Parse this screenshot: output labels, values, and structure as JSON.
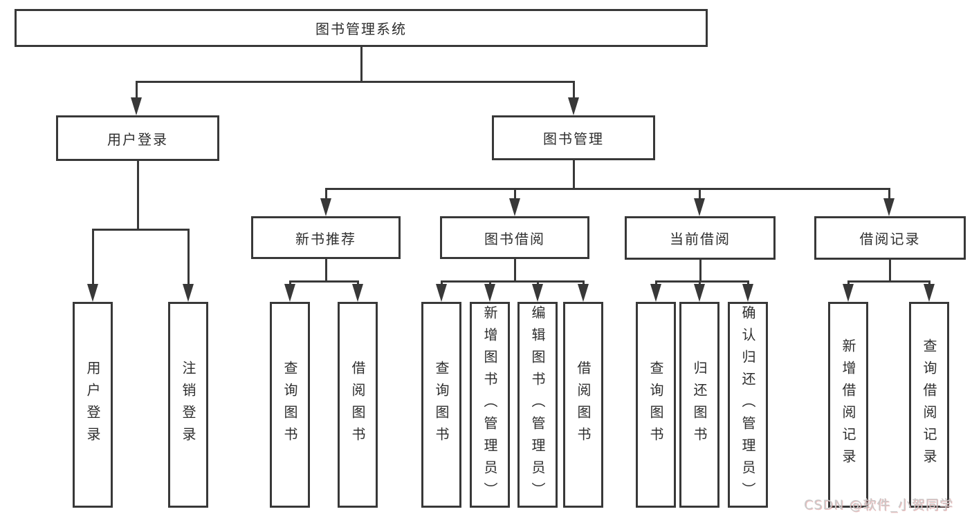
{
  "diagram": {
    "root_label": "图书管理系统",
    "level2": {
      "user_login": "用户登录",
      "book_mgmt": "图书管理"
    },
    "level3": {
      "new_book_rec": "新书推荐",
      "book_borrow": "图书借阅",
      "current_borrow": "当前借阅",
      "borrow_record": "借阅记录"
    },
    "leaves": {
      "user_login": "用户登录",
      "logout": "注销登录",
      "newrec_query_book": "查询图书",
      "newrec_borrow_book": "借阅图书",
      "borrow_query_book": "查询图书",
      "borrow_add_book": "新增图书（管理员）",
      "borrow_edit_book": "编辑图书（管理员）",
      "borrow_borrow_book": "借阅图书",
      "current_query_book": "查询图书",
      "current_return_book": "归还图书",
      "current_confirm_return": "确认归还（管理员）",
      "record_add": "新增借阅记录",
      "record_query": "查询借阅记录"
    },
    "watermark": "CSDN @软件_小贺同学"
  }
}
